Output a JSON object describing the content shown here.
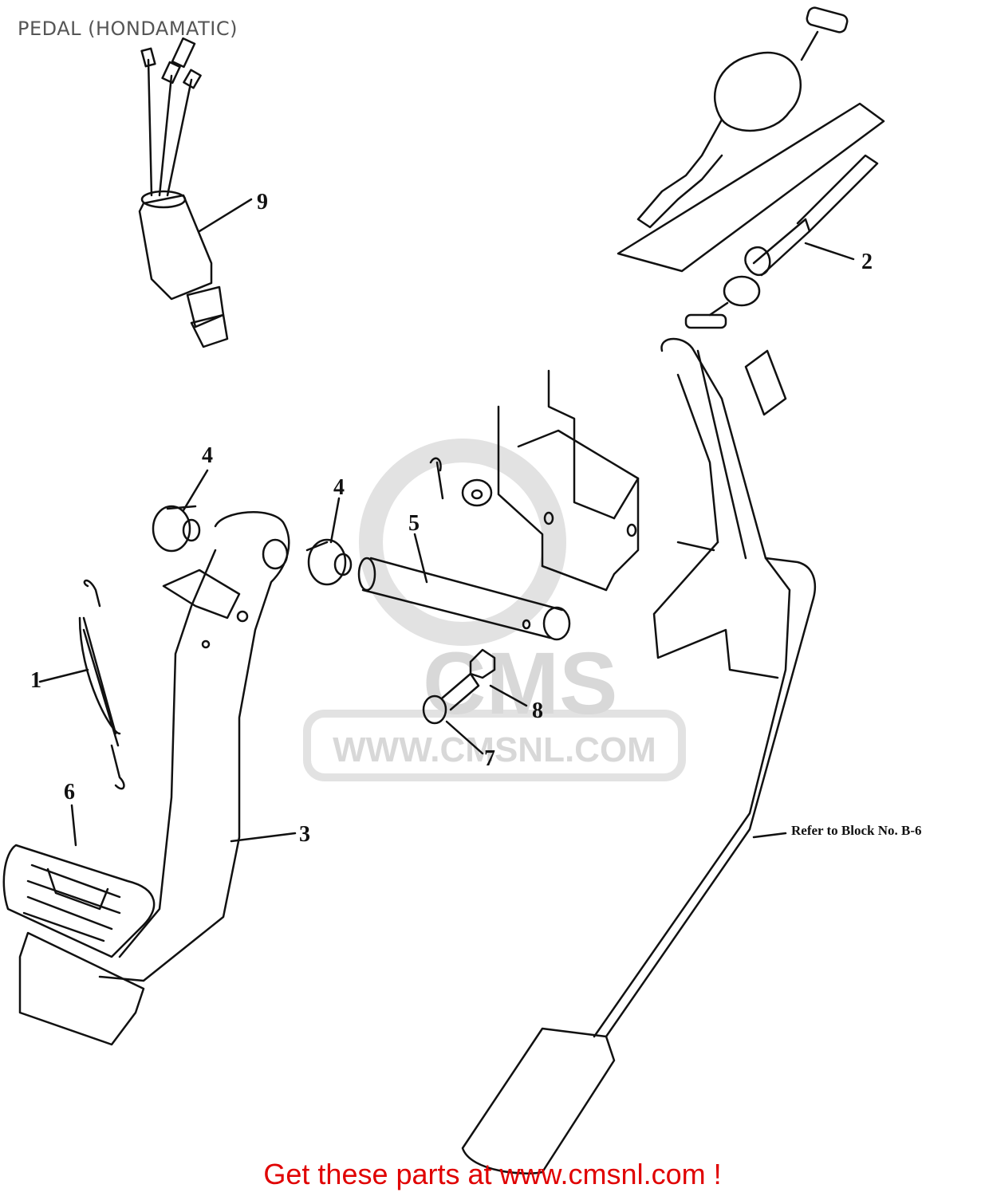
{
  "title": "PEDAL (HONDAMATIC)",
  "watermark": {
    "logo_text": "CMS",
    "url": "WWW.CMSNL.COM"
  },
  "callouts": [
    {
      "number": "1"
    },
    {
      "number": "2"
    },
    {
      "number": "3"
    },
    {
      "number": "4"
    },
    {
      "number": "4"
    },
    {
      "number": "5"
    },
    {
      "number": "6"
    },
    {
      "number": "7"
    },
    {
      "number": "8"
    },
    {
      "number": "9"
    }
  ],
  "reference_note": "Refer to Block No. B-6",
  "footer": "Get these parts at www.cmsnl.com !",
  "colors": {
    "line": "#111111",
    "footer": "#e00000",
    "watermark": "#d8d8d8",
    "title": "#555555"
  }
}
